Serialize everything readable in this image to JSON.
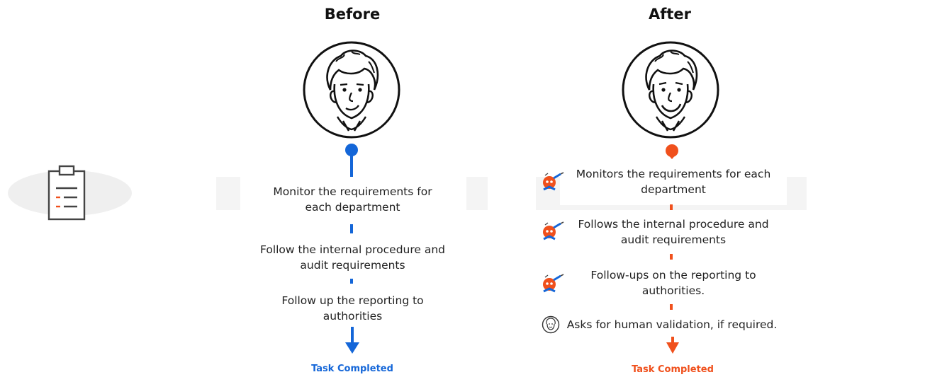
{
  "colors": {
    "before_accent": "#1466d8",
    "after_accent": "#f0501c",
    "panel_bg": "#f4f4f4",
    "ellipse_bg": "#efefef",
    "icon_stroke": "#444444"
  },
  "left_icon": {
    "name": "clipboard-checklist-icon"
  },
  "before": {
    "title": "Before",
    "avatar": "person-avatar-illustration",
    "steps": [
      {
        "text": "Monitor the requirements for each department"
      },
      {
        "text": "Follow the internal procedure and audit requirements"
      },
      {
        "text": "Follow up the reporting to authorities"
      }
    ],
    "completed_label": "Task Completed"
  },
  "after": {
    "title": "After",
    "avatar": "person-avatar-illustration",
    "steps": [
      {
        "icon": "robot-agent-icon",
        "text": "Monitors the requirements for each department"
      },
      {
        "icon": "robot-agent-icon",
        "text": "Follows the internal procedure and audit requirements"
      },
      {
        "icon": "robot-agent-icon",
        "text": "Follow-ups on the reporting to authorities."
      },
      {
        "icon": "human-avatar-icon",
        "text": "Asks for human validation, if required."
      }
    ],
    "completed_label": "Task Completed"
  }
}
